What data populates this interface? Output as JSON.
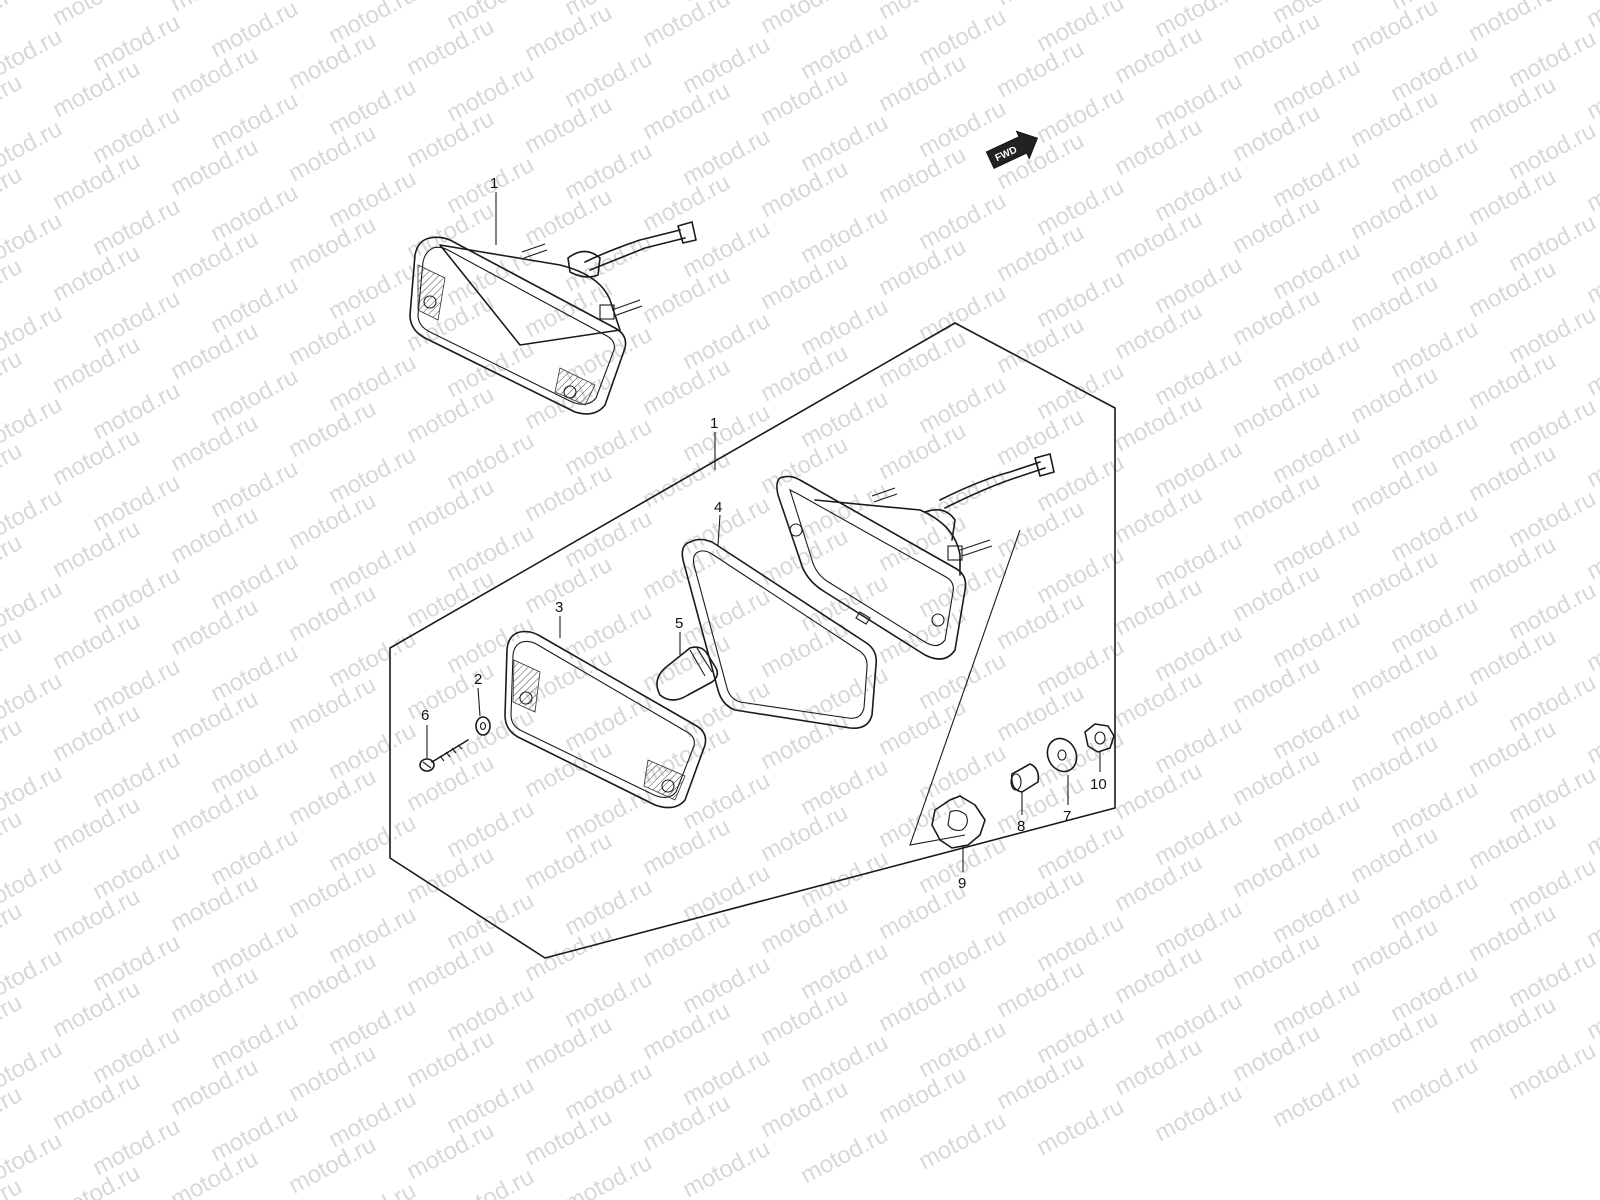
{
  "watermark": {
    "text": "motod.ru"
  },
  "fwd_indicator": {
    "text": "FWD"
  },
  "callouts": {
    "c1_top": "1",
    "c1_box": "1",
    "c2": "2",
    "c3": "3",
    "c4": "4",
    "c5": "5",
    "c6": "6",
    "c7": "7",
    "c8": "8",
    "c9": "9",
    "c10": "10"
  },
  "colors": {
    "line": "#1a1a1a",
    "watermark": "#d8d8d8",
    "background": "#ffffff"
  }
}
